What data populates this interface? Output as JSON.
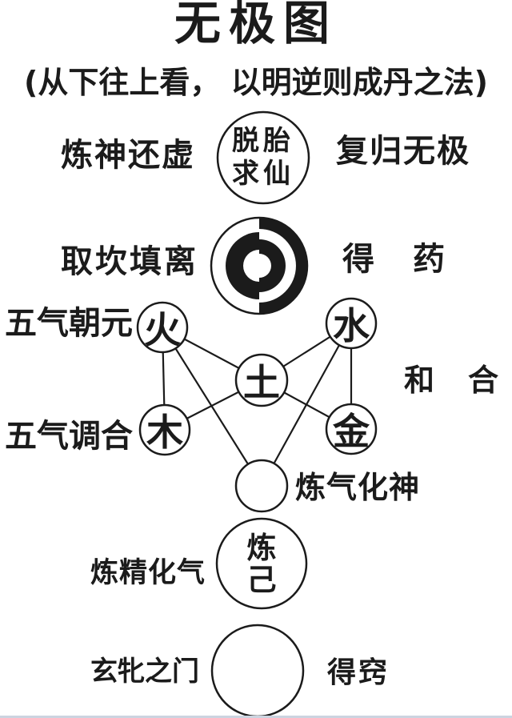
{
  "diagram": {
    "title": "无极图",
    "subtitle": "(从下往上看， 以明逆则成丹之法)",
    "levels": [
      {
        "left": "炼神还虚",
        "node_line1": "脱胎",
        "node_line2": "求仙",
        "right": "复归无极"
      },
      {
        "left": "取坎填离",
        "symbol": "kan-li-interlocked-rings",
        "right": "得　药"
      },
      {
        "left_upper": "五气朝元",
        "left_lower": "五气调合",
        "right": "和　合",
        "fire": "火",
        "water": "水",
        "earth": "土",
        "wood": "木",
        "metal": "金"
      },
      {
        "right": "炼气化神"
      },
      {
        "left": "炼精化气",
        "node_line1": "炼",
        "node_line2": "己"
      },
      {
        "left": "玄牝之门",
        "right": "得窍"
      }
    ],
    "colors": {
      "ink": "#1b1b1b",
      "background": "#ffffff",
      "bottom_rule": "#ccd4e0"
    }
  }
}
